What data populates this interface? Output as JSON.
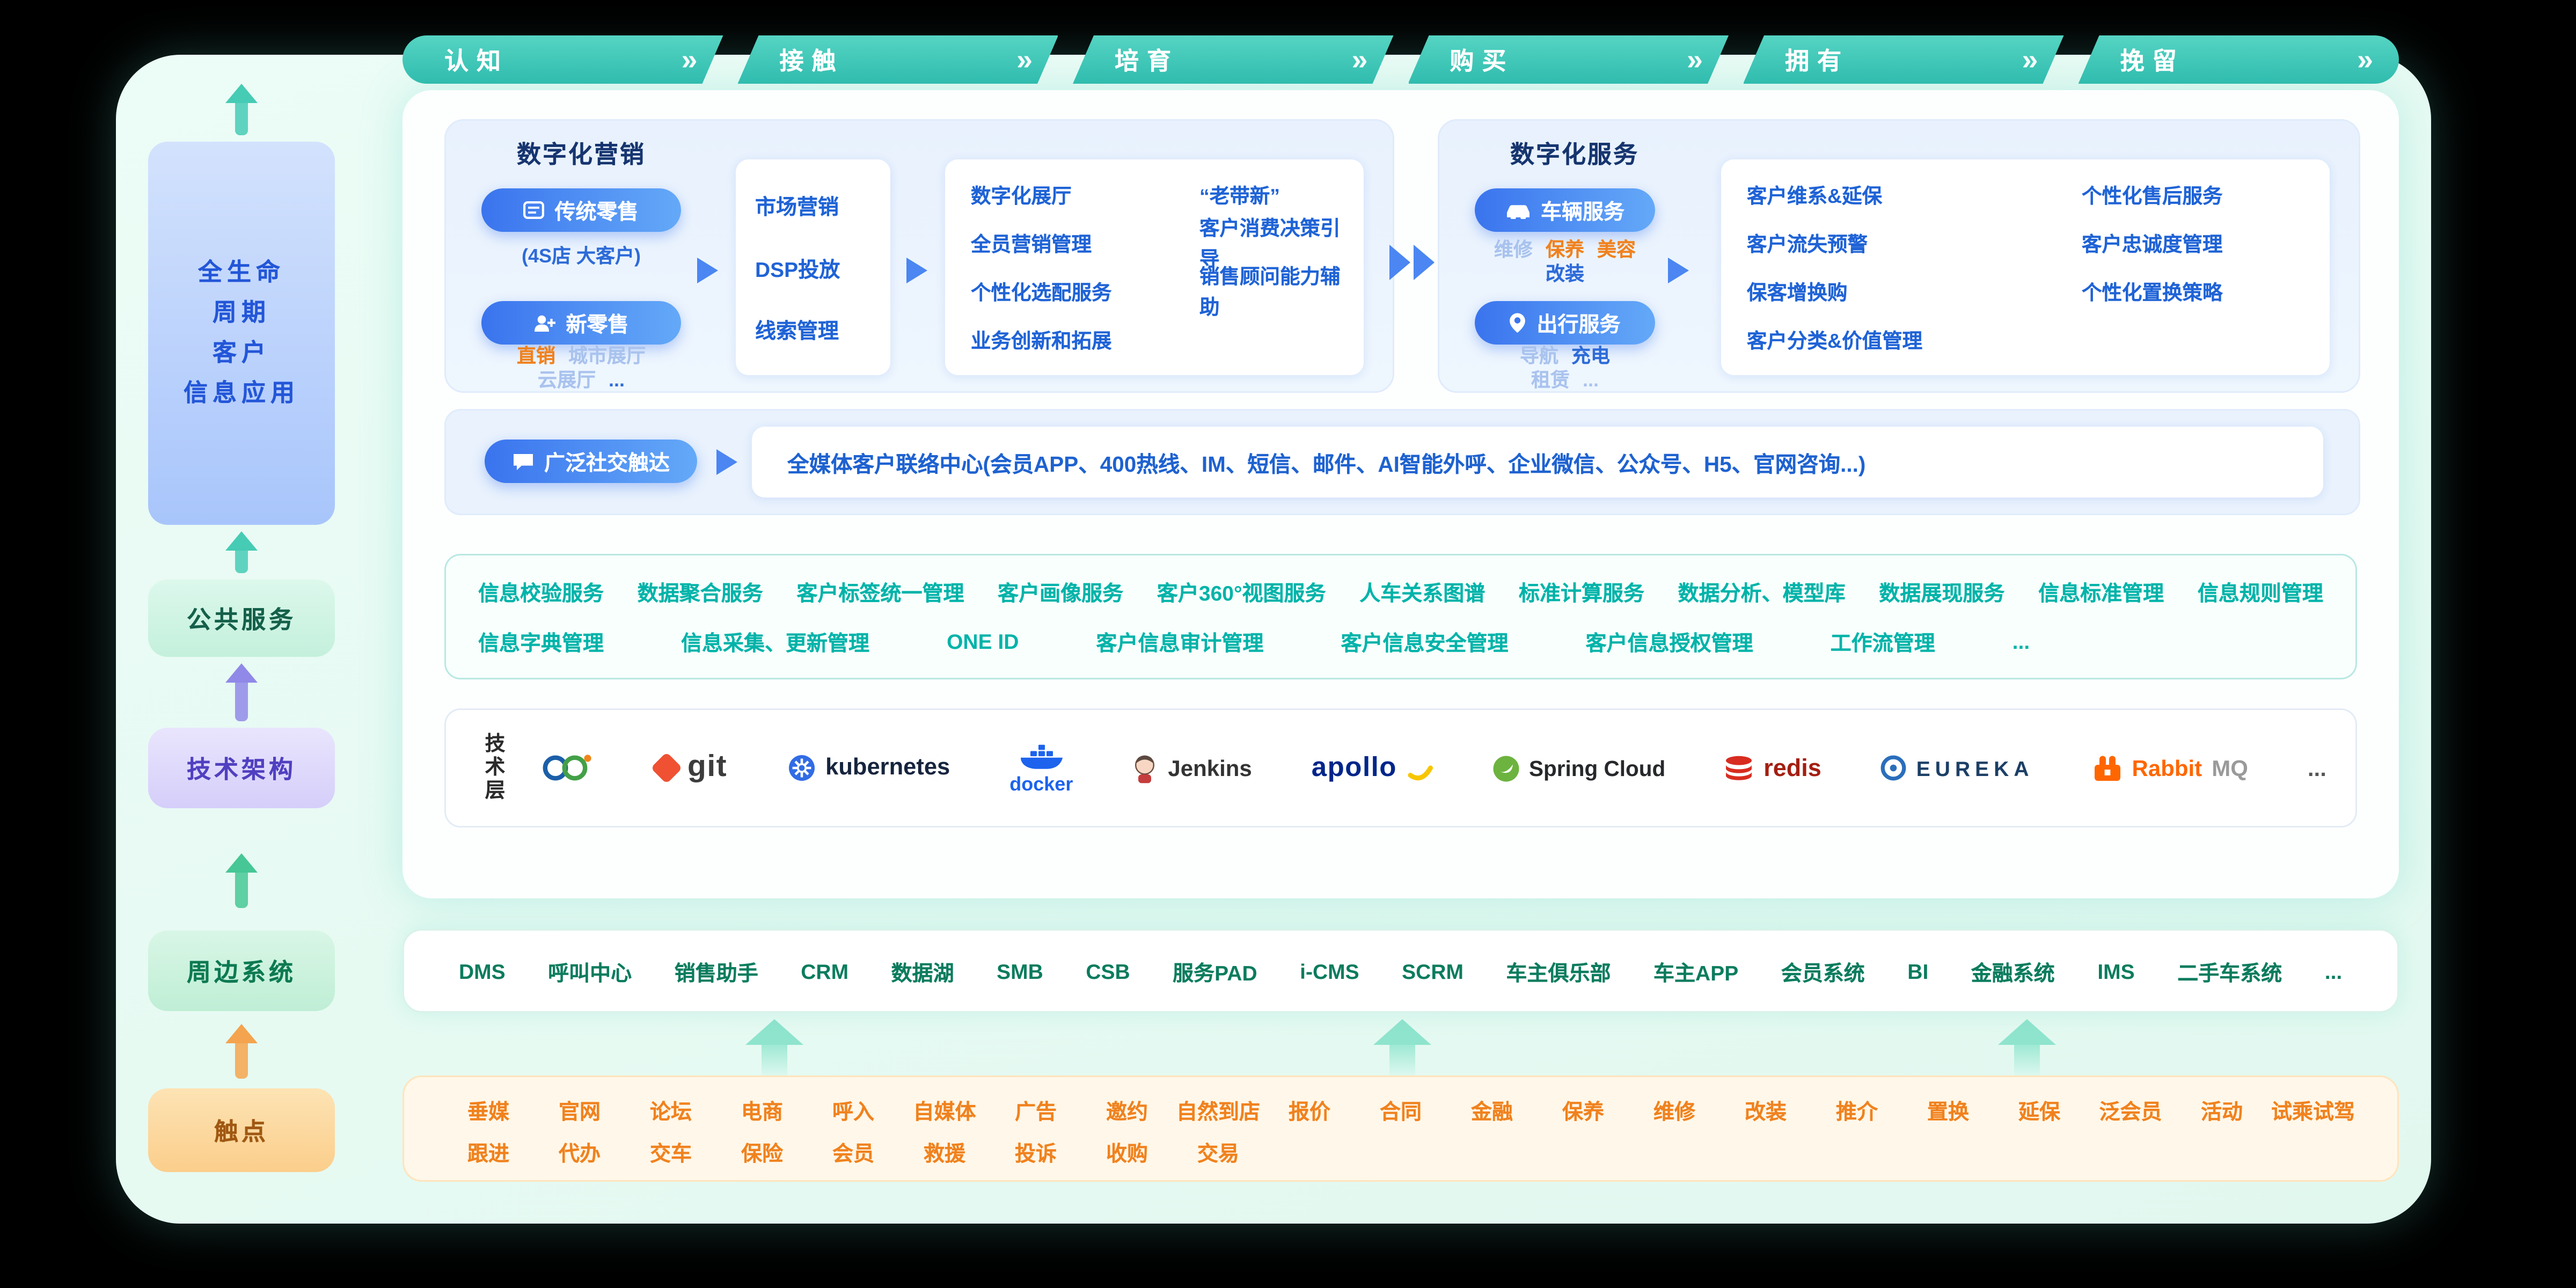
{
  "palette": {
    "teal": "#2fbcae",
    "blue": "#3a74ee",
    "orange": "#f0821e",
    "dark_green": "#0b7c5e"
  },
  "icons": {
    "chevron_double": "»",
    "ellipsis": "..."
  },
  "stages": [
    "认知",
    "接触",
    "培育",
    "购买",
    "拥有",
    "挽留"
  ],
  "rail": {
    "lifecycle_lines": [
      "全生命",
      "周期",
      "客户",
      "信息应用"
    ],
    "public_services": "公共服务",
    "tech_architecture": "技术架构",
    "peripheral_systems": "周边系统",
    "touchpoints": "触点"
  },
  "marketing": {
    "title": "数字化营销",
    "traditional_retail": {
      "label": "传统零售",
      "sub": "(4S店 大客户)"
    },
    "new_retail": {
      "label": "新零售",
      "subs": [
        "直销",
        "城市展厅",
        "云展厅",
        "..."
      ]
    },
    "pipeline": [
      "市场营销",
      "DSP投放",
      "线索管理"
    ],
    "outcomes_col1": [
      "数字化展厅",
      "全员营销管理",
      "个性化选配服务",
      "业务创新和拓展"
    ],
    "outcomes_col2": [
      "“老带新”",
      "客户消费决策引导",
      "销售顾问能力辅助"
    ]
  },
  "service": {
    "title": "数字化服务",
    "vehicle": {
      "label": "车辆服务",
      "subs": [
        "维修",
        "保养",
        "美容",
        "改装"
      ]
    },
    "travel": {
      "label": "出行服务",
      "subs": [
        "导航",
        "充电",
        "租赁",
        "..."
      ]
    },
    "outcomes_col1": [
      "客户维系&延保",
      "客户流失预警",
      "保客增换购",
      "客户分类&价值管理"
    ],
    "outcomes_col2": [
      "个性化售后服务",
      "客户忠诚度管理",
      "个性化置换策略"
    ]
  },
  "social": {
    "button": "广泛社交触达",
    "text": "全媒体客户联络中心(会员APP、400热线、IM、短信、邮件、AI智能外呼、企业微信、公众号、H5、官网咨询...)"
  },
  "public_services": {
    "row1": [
      "信息校验服务",
      "数据聚合服务",
      "客户标签统一管理",
      "客户画像服务",
      "客户360°视图服务",
      "人车关系图谱",
      "标准计算服务",
      "数据分析、模型库",
      "数据展现服务",
      "信息标准管理",
      "信息规则管理"
    ],
    "row2": [
      "信息字典管理",
      "信息采集、更新管理",
      "ONE ID",
      "客户信息审计管理",
      "客户信息安全管理",
      "客户信息授权管理",
      "工作流管理",
      "..."
    ]
  },
  "tech": {
    "label": "技术层",
    "logos": [
      {
        "name": "DevOps"
      },
      {
        "name": "git",
        "text": "git"
      },
      {
        "name": "kubernetes",
        "text": "kubernetes"
      },
      {
        "name": "docker",
        "text": "docker"
      },
      {
        "name": "Jenkins",
        "text": "Jenkins"
      },
      {
        "name": "apollo",
        "text": "apollo"
      },
      {
        "name": "Spring Cloud",
        "text": "Spring Cloud"
      },
      {
        "name": "redis",
        "text": "redis"
      },
      {
        "name": "EUREKA",
        "text": "EUREKA"
      },
      {
        "name": "RabbitMQ",
        "text": "Rabbit",
        "text2": "MQ"
      }
    ],
    "more": "..."
  },
  "peripheral": {
    "items": [
      "DMS",
      "呼叫中心",
      "销售助手",
      "CRM",
      "数据湖",
      "SMB",
      "CSB",
      "服务PAD",
      "i-CMS",
      "SCRM",
      "车主俱乐部",
      "车主APP",
      "会员系统",
      "BI",
      "金融系统",
      "IMS",
      "二手车系统",
      "..."
    ]
  },
  "touchpoints": {
    "row1": [
      "垂媒",
      "官网",
      "论坛",
      "电商",
      "呼入",
      "自媒体",
      "广告",
      "邀约",
      "自然到店",
      "报价",
      "合同",
      "金融",
      "保养",
      "维修",
      "改装",
      "推介",
      "置换",
      "延保",
      "泛会员",
      "活动",
      "试乘试驾"
    ],
    "row2": [
      "跟进",
      "代办",
      "交车",
      "保险",
      "会员",
      "救援",
      "投诉",
      "收购",
      "交易"
    ]
  }
}
